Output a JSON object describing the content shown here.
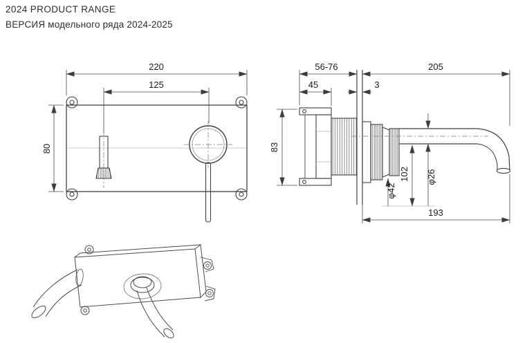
{
  "header": {
    "title": "2024 PRODUCT RANGE",
    "subtitle": "ВЕРСИЯ модельного ряда 2024-2025"
  },
  "front_view": {
    "width": "220",
    "centers": "125",
    "height": "80"
  },
  "side_view": {
    "depth_range": "56-76",
    "spout_reach": "205",
    "body_depth": "45",
    "wall_thickness": "3",
    "height": "83",
    "escutcheon_diameter": "φ42",
    "drop": "102",
    "spout_diameter": "φ26",
    "reach_to_outlet": "193"
  }
}
